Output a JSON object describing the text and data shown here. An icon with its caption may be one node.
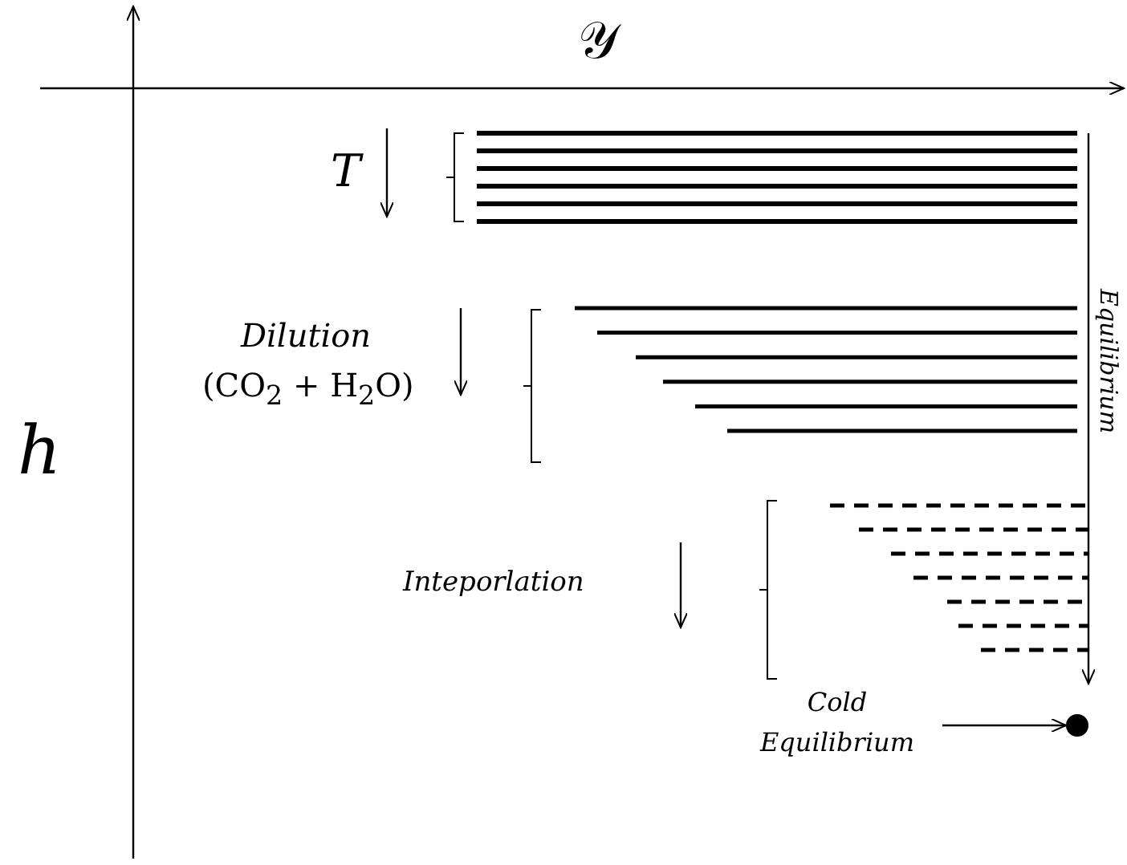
{
  "diagram": {
    "nodes": [
      {
        "text": [
          "Cold Equilibrium"
        ]
      },
      {
        "text": [],
        "shape": "circle"
      }
    ],
    "edges": [
      {
        "from": 0,
        "to": 1,
        "arrow": "to"
      }
    ],
    "labels": [
      "𝒴",
      "h",
      "T",
      "Dilution",
      "(CO$_{2}$ + H$_{2}$O)",
      "Inteporlation",
      "Equilibrium"
    ]
  }
}
